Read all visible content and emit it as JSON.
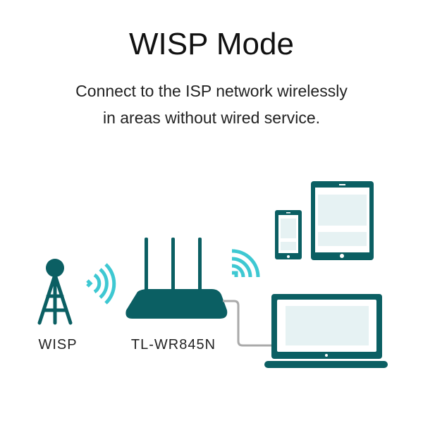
{
  "title": "WISP Mode",
  "subtitle": [
    "Connect to the ISP network wirelessly",
    "in areas without wired service."
  ],
  "labels": {
    "wisp": "WISP",
    "router": "TL-WR845N"
  },
  "colors": {
    "device": "#0b5f63",
    "signal": "#3ec8d2",
    "screen": "#e6f2f3",
    "cable": "#aaaaaa"
  }
}
